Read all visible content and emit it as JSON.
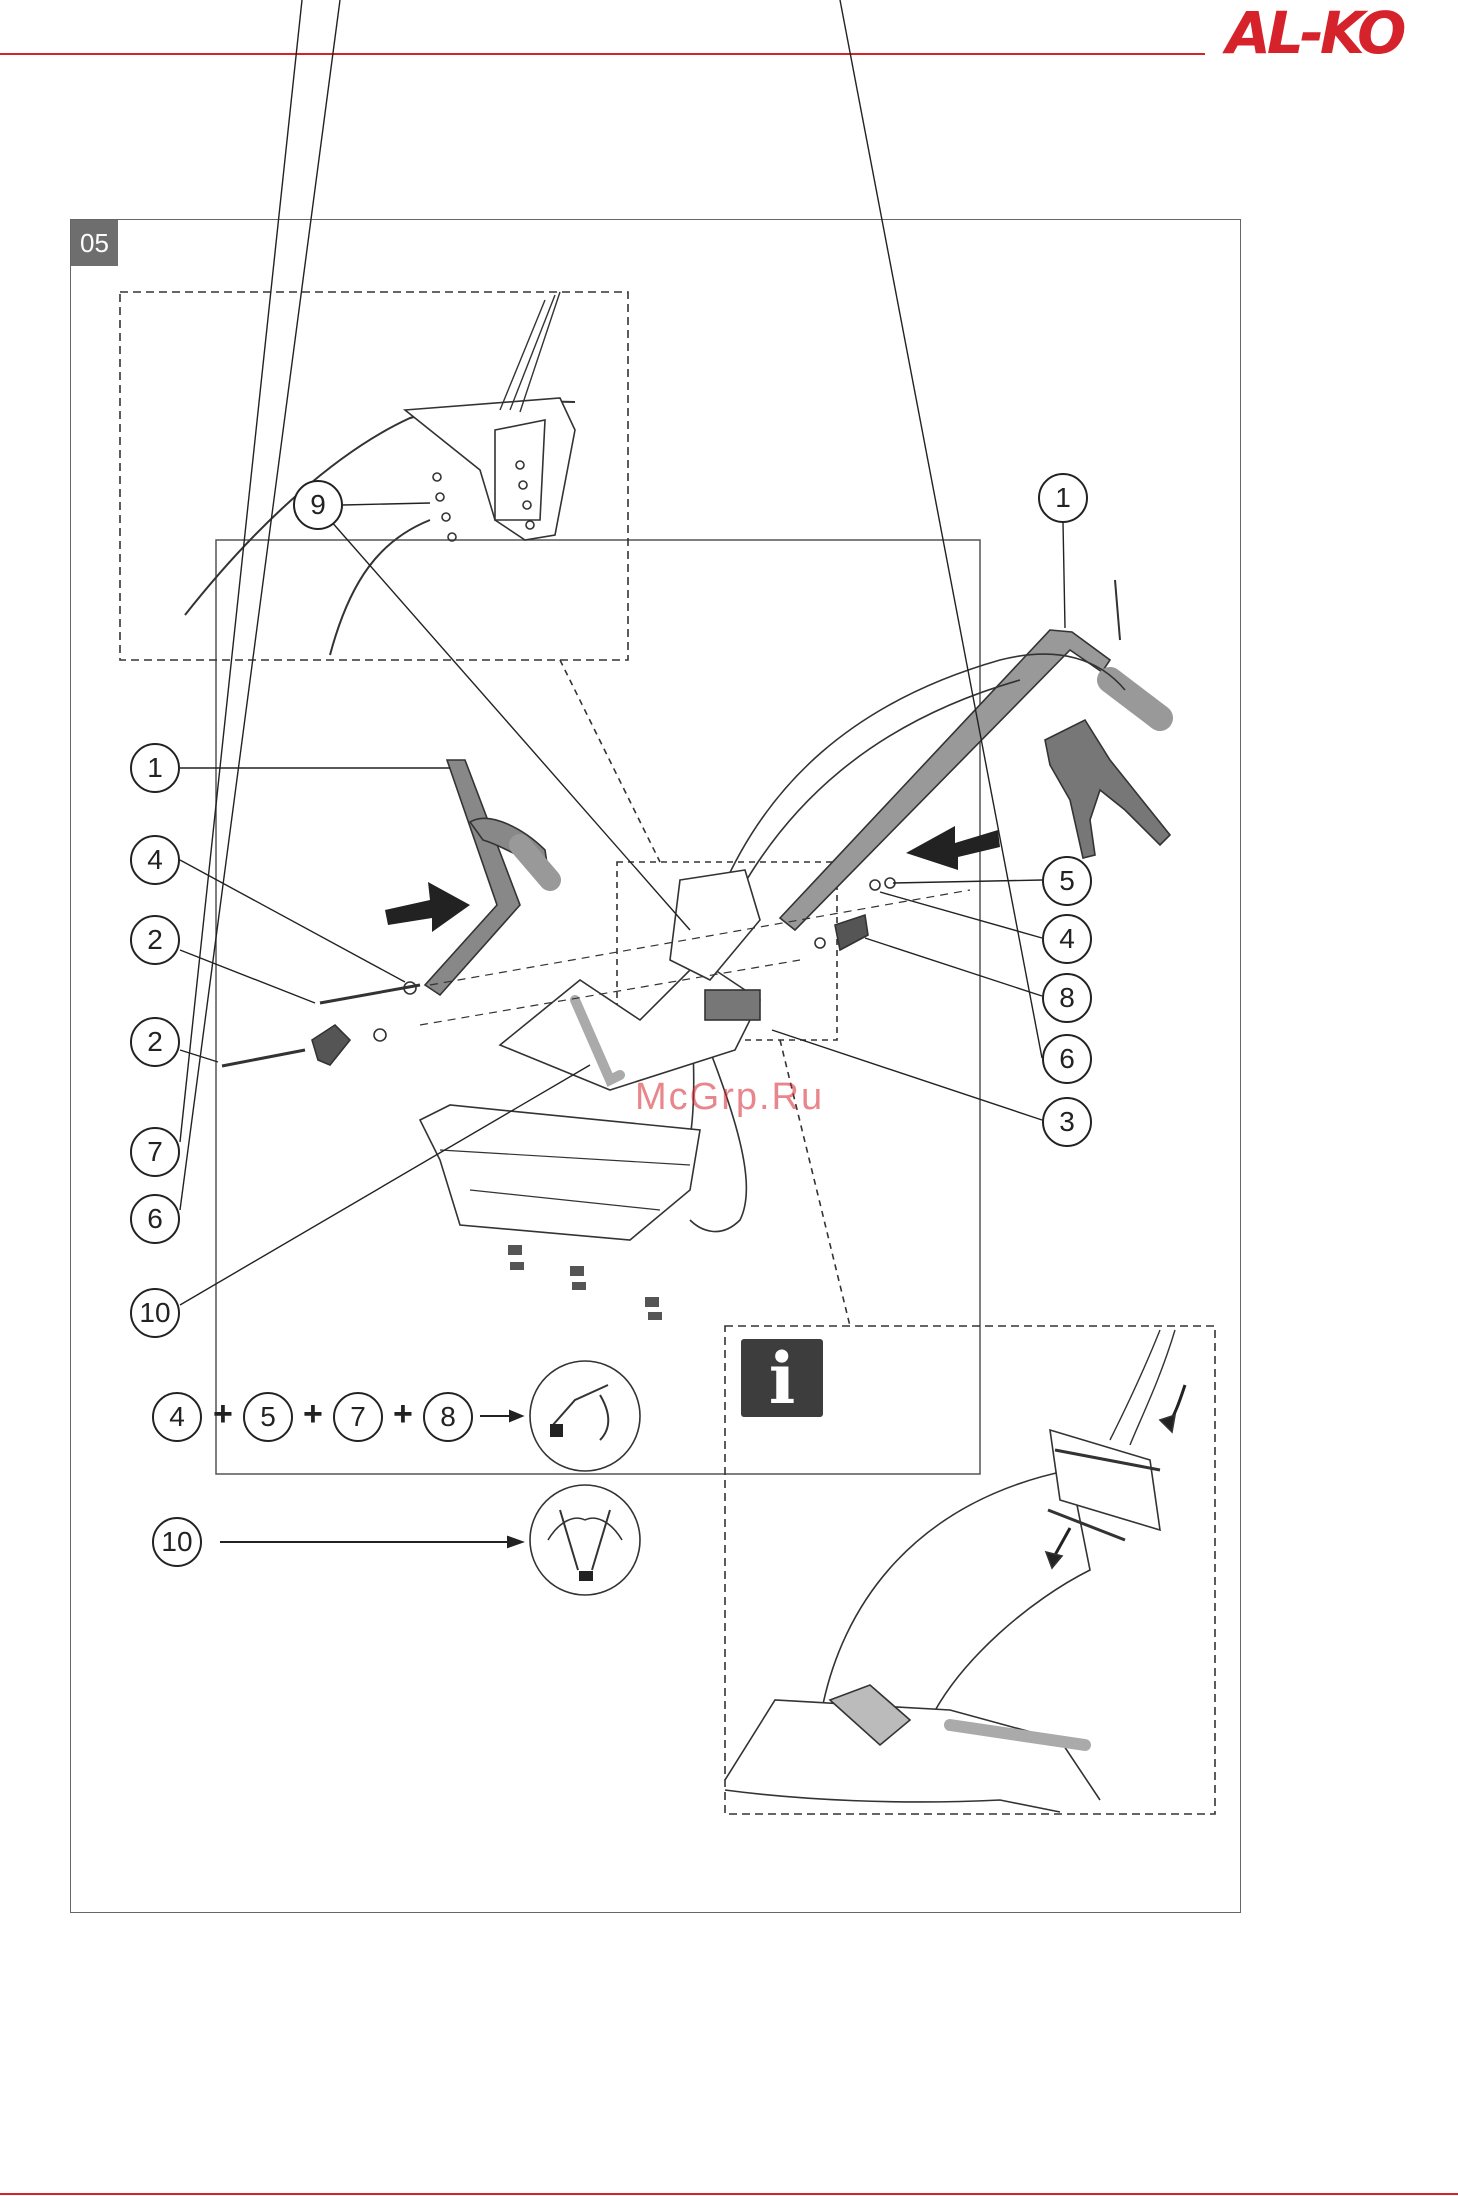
{
  "brand": {
    "logo_text": "AL-KO",
    "accent_color": "#d6232b"
  },
  "figure": {
    "number": "05"
  },
  "callouts": [
    {
      "id": "c1-right",
      "label": "1"
    },
    {
      "id": "c9",
      "label": "9"
    },
    {
      "id": "c1-left",
      "label": "1"
    },
    {
      "id": "c4-left",
      "label": "4"
    },
    {
      "id": "c2-upper",
      "label": "2"
    },
    {
      "id": "c2-lower",
      "label": "2"
    },
    {
      "id": "c7",
      "label": "7"
    },
    {
      "id": "c6-left",
      "label": "6"
    },
    {
      "id": "c10",
      "label": "10"
    },
    {
      "id": "c5",
      "label": "5"
    },
    {
      "id": "c4-right",
      "label": "4"
    },
    {
      "id": "c8",
      "label": "8"
    },
    {
      "id": "c6-right",
      "label": "6"
    },
    {
      "id": "c3",
      "label": "3"
    }
  ],
  "legend": {
    "row1": [
      "4",
      "5",
      "7",
      "8"
    ],
    "row1_operator": "+",
    "row2": [
      "10"
    ]
  },
  "info_icon": {
    "glyph": "i",
    "name": "info-icon"
  },
  "watermark": {
    "text": "McGrp.Ru"
  }
}
